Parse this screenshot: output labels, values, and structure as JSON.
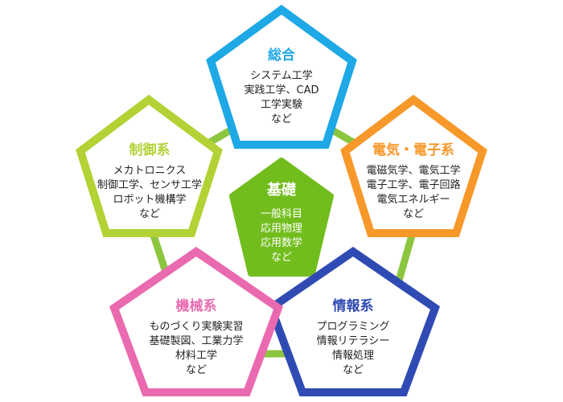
{
  "center": {
    "title": "基礎",
    "lines": [
      "一般科目",
      "応用物理",
      "応用数学",
      "など"
    ]
  },
  "nodes": {
    "sogo": {
      "title": "総合",
      "lines": [
        "システム工学",
        "実践工学、CAD",
        "工学実験",
        "など"
      ]
    },
    "denki": {
      "title": "電気・電子系",
      "lines": [
        "電磁気学、電気工学",
        "電子工学、電子回路",
        "電気エネルギー",
        "など"
      ]
    },
    "joho": {
      "title": "情報系",
      "lines": [
        "プログラミング",
        "情報リテラシー",
        "情報処理",
        "など"
      ]
    },
    "kikai": {
      "title": "機械系",
      "lines": [
        "ものづくり実験実習",
        "基礎製図、工業力学",
        "材料工学",
        "など"
      ]
    },
    "seigyo": {
      "title": "制御系",
      "lines": [
        "メカトロニクス",
        "制御工学、センサ工学",
        "ロボット機構学",
        "など"
      ]
    }
  },
  "colors": {
    "sogo": "#1ea8e6",
    "denki": "#f7982a",
    "joho": "#2f4bb3",
    "kikai": "#ea6ab0",
    "seigyo": "#b2d235",
    "center": "#72bd1e",
    "connector": "#8cc63f",
    "text": "#222222"
  }
}
